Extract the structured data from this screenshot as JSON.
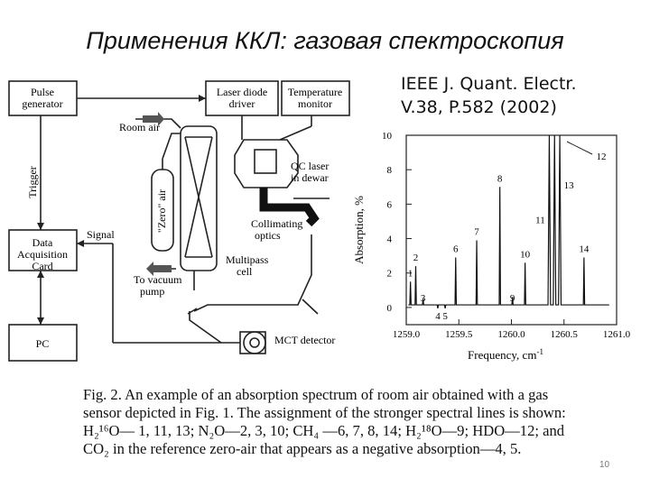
{
  "slide": {
    "title": "Применения ККЛ: газовая спектроскопия",
    "reference_line1": "IEEE J. Quant. Electr.",
    "reference_line2": "V.38, P.582 (2002)",
    "page_number": "10"
  },
  "diagram": {
    "pulse_generator": "Pulse generator",
    "laser_diode_driver": "Laser diode driver",
    "temperature_monitor": "Temperature monitor",
    "room_air": "Room air",
    "zero_air": "\"Zero\" air",
    "qc_laser": "QC laser in dewar",
    "collimating_optics": "Collimating optics",
    "multipass_cell": "Multipass cell",
    "trigger": "Trigger",
    "signal": "Signal",
    "daq_card": "Data Acquisition Card",
    "vacuum_pump": "To vacuum pump",
    "mct_detector": "MCT detector",
    "pc": "PC"
  },
  "chart_data": {
    "type": "line",
    "xlabel": "Frequency, cm",
    "xlabel_superscript": "-1",
    "ylabel": "Absorption, %",
    "xlim": [
      1259.0,
      1261.0
    ],
    "ylim": [
      -1,
      10
    ],
    "x_ticks": [
      "1259.0",
      "1259.5",
      "1260.0",
      "1260.5",
      "1261.0"
    ],
    "y_ticks": [
      "0",
      "2",
      "4",
      "6",
      "8",
      "10"
    ],
    "x_tick_values": [
      1259.0,
      1259.5,
      1260.0,
      1260.5,
      1261.0
    ],
    "y_tick_values": [
      0,
      2,
      4,
      6,
      8,
      10
    ],
    "baseline": 0.15,
    "peaks": [
      {
        "label": "1",
        "x": 1259.04,
        "y": 1.5
      },
      {
        "label": "2",
        "x": 1259.09,
        "y": 2.4
      },
      {
        "label": "3",
        "x": 1259.16,
        "y": 0.5
      },
      {
        "label": "4",
        "x": 1259.3,
        "y": -0.05
      },
      {
        "label": "5",
        "x": 1259.37,
        "y": -0.05
      },
      {
        "label": "6",
        "x": 1259.47,
        "y": 2.9
      },
      {
        "label": "7",
        "x": 1259.67,
        "y": 3.9
      },
      {
        "label": "8",
        "x": 1259.89,
        "y": 7.0
      },
      {
        "label": "9",
        "x": 1260.01,
        "y": 0.6
      },
      {
        "label": "10",
        "x": 1260.13,
        "y": 2.6
      },
      {
        "label": "11",
        "x": 1260.36,
        "y": 10.5
      },
      {
        "label": "12",
        "x": 1260.41,
        "y": 10.5
      },
      {
        "label": "13",
        "x": 1260.46,
        "y": 10.5
      },
      {
        "label": "14",
        "x": 1260.69,
        "y": 2.9
      }
    ],
    "label_12": "12"
  },
  "caption": {
    "line1": "Fig. 2.    An example of an absorption spectrum of room air obtained with a gas",
    "line2": "sensor depicted in Fig. 1. The assignment of the stronger spectral lines is shown:",
    "line3": "H₂¹⁶O— 1, 11, 13; N₂O—2, 3, 10; CH₄ —6, 7, 8, 14; H₂¹⁸O—9; HDO—12; and",
    "line4": "CO₂ in the reference zero-air that appears as a negative absorption—4, 5."
  }
}
